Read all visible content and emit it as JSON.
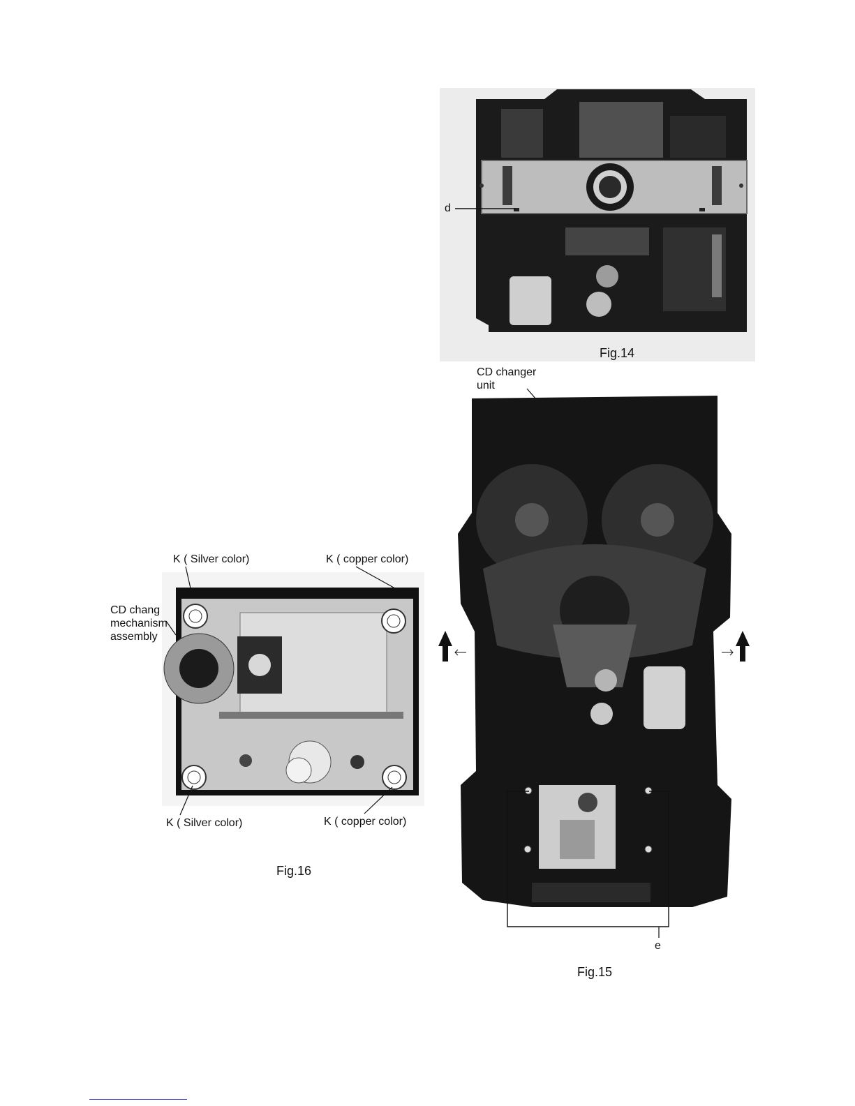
{
  "fig14": {
    "caption": "Fig.14",
    "label_d": "d"
  },
  "fig15": {
    "caption": "Fig.15",
    "label_unit": "CD changer\nunit",
    "label_e": "e"
  },
  "fig16": {
    "caption": "Fig.16",
    "label_top_left": "K  ( Silver color)",
    "label_top_right": "K  ( copper color)",
    "label_bottom_left": "K  ( Silver color)",
    "label_bottom_right": "K  ( copper color)",
    "label_assembly": "CD chang\nmechanism\nassembly"
  }
}
